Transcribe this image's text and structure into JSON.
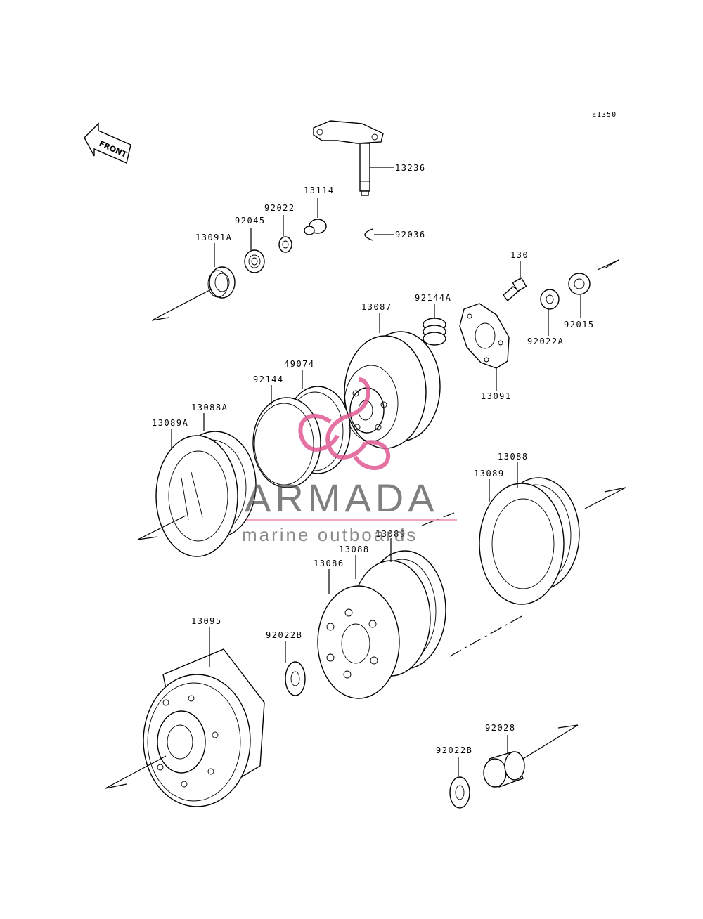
{
  "diagram_code": "E1350",
  "front_label": "FRONT",
  "watermark": {
    "main": "ARMADA",
    "sub": "marine outboards"
  },
  "callouts": [
    {
      "id": "13236",
      "text": "13236"
    },
    {
      "id": "13114",
      "text": "13114"
    },
    {
      "id": "92022",
      "text": "92022"
    },
    {
      "id": "92045",
      "text": "92045"
    },
    {
      "id": "13091A",
      "text": "13091A"
    },
    {
      "id": "92036",
      "text": "92036"
    },
    {
      "id": "130",
      "text": "130"
    },
    {
      "id": "13087",
      "text": "13087"
    },
    {
      "id": "92144A",
      "text": "92144A"
    },
    {
      "id": "92015",
      "text": "92015"
    },
    {
      "id": "92022A",
      "text": "92022A"
    },
    {
      "id": "13091",
      "text": "13091"
    },
    {
      "id": "49074",
      "text": "49074"
    },
    {
      "id": "92144",
      "text": "92144"
    },
    {
      "id": "13088A",
      "text": "13088A"
    },
    {
      "id": "13089A",
      "text": "13089A"
    },
    {
      "id": "13088-right",
      "text": "13088"
    },
    {
      "id": "13089-right",
      "text": "13089"
    },
    {
      "id": "13088-center",
      "text": "13088"
    },
    {
      "id": "13089-center",
      "text": "13089"
    },
    {
      "id": "13086",
      "text": "13086"
    },
    {
      "id": "13095",
      "text": "13095"
    },
    {
      "id": "92022B-upper",
      "text": "92022B"
    },
    {
      "id": "92028",
      "text": "92028"
    },
    {
      "id": "92022B-lower",
      "text": "92022B"
    }
  ]
}
